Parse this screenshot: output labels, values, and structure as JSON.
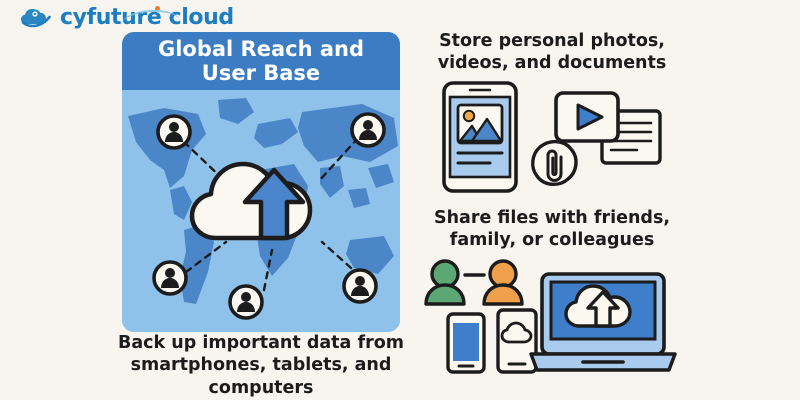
{
  "brand": {
    "name": "cyfuture cloud",
    "logo_icon": "cloud-swoosh-icon",
    "text_color": "#1b7ec2",
    "accent_dot_color": "#f07c22"
  },
  "page": {
    "background_color": "#f8f5f0"
  },
  "left_card": {
    "header_title": "Global Reach and User Base",
    "header_bg_color": "#3c7cc3",
    "header_text_color": "#ffffff",
    "map": {
      "ocean_color": "#8fc2ea",
      "land_color": "#4a86c8",
      "cloud_fill": "#fbf8f2",
      "arrow_color": "#4a85cc",
      "outline_color": "#1c1c1c",
      "center_icon": "cloud-upload-icon",
      "user_node_count": 5,
      "user_node_icon": "user-avatar-icon",
      "connector_style": "dashed"
    },
    "caption": "Back up important data from smartphones, tablets, and computers"
  },
  "right_col": {
    "section_one": {
      "heading": "Store personal photos, videos, and documents",
      "icons": [
        "smartphone-photo-icon",
        "video-play-card-icon",
        "document-lines-icon",
        "paperclip-attachment-icon"
      ],
      "photo_sun_color": "#f0a84b",
      "photo_mountain_color": "#4a86c8",
      "play_triangle_color": "#3f7ecb",
      "phone_screen_color": "#a9ccee"
    },
    "section_two": {
      "heading": "Share files with friends, family, or colleagues",
      "icons": [
        "person-green-icon",
        "person-orange-icon",
        "connector-line",
        "smartphone-blue-icon",
        "smartphone-cloud-icon",
        "laptop-cloud-upload-icon"
      ],
      "person_green_color": "#5ca874",
      "person_orange_color": "#f0a04b",
      "laptop_screen_color": "#3f7ecb",
      "laptop_body_color": "#a9ccee"
    }
  }
}
